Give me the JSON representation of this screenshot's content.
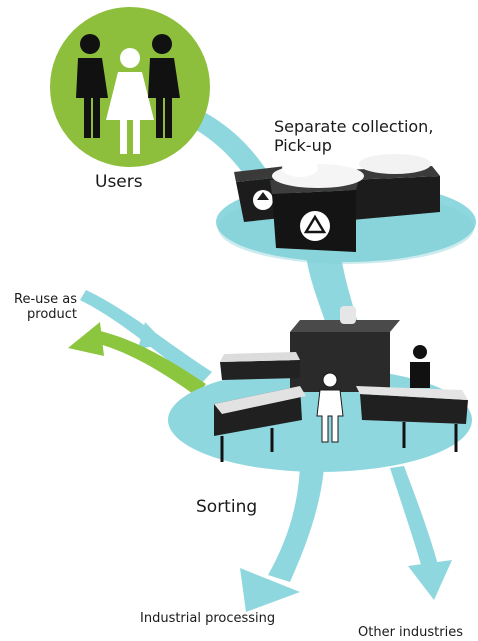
{
  "labels": {
    "users": "Users",
    "collection": "Separate collection,\nPick-up",
    "reuse": "Re-use as\nproduct",
    "sorting": "Sorting",
    "industrial": "Industrial processing",
    "other": "Other industries"
  },
  "colors": {
    "cyan": "#8fd7df",
    "cyan_dark": "#6cc3cd",
    "green": "#8cc63f",
    "green_circle": "#8dbf3c",
    "figure": "#111111"
  },
  "icons": [
    "male-user-icon",
    "female-user-icon",
    "recycling-icon",
    "worker-icon"
  ]
}
